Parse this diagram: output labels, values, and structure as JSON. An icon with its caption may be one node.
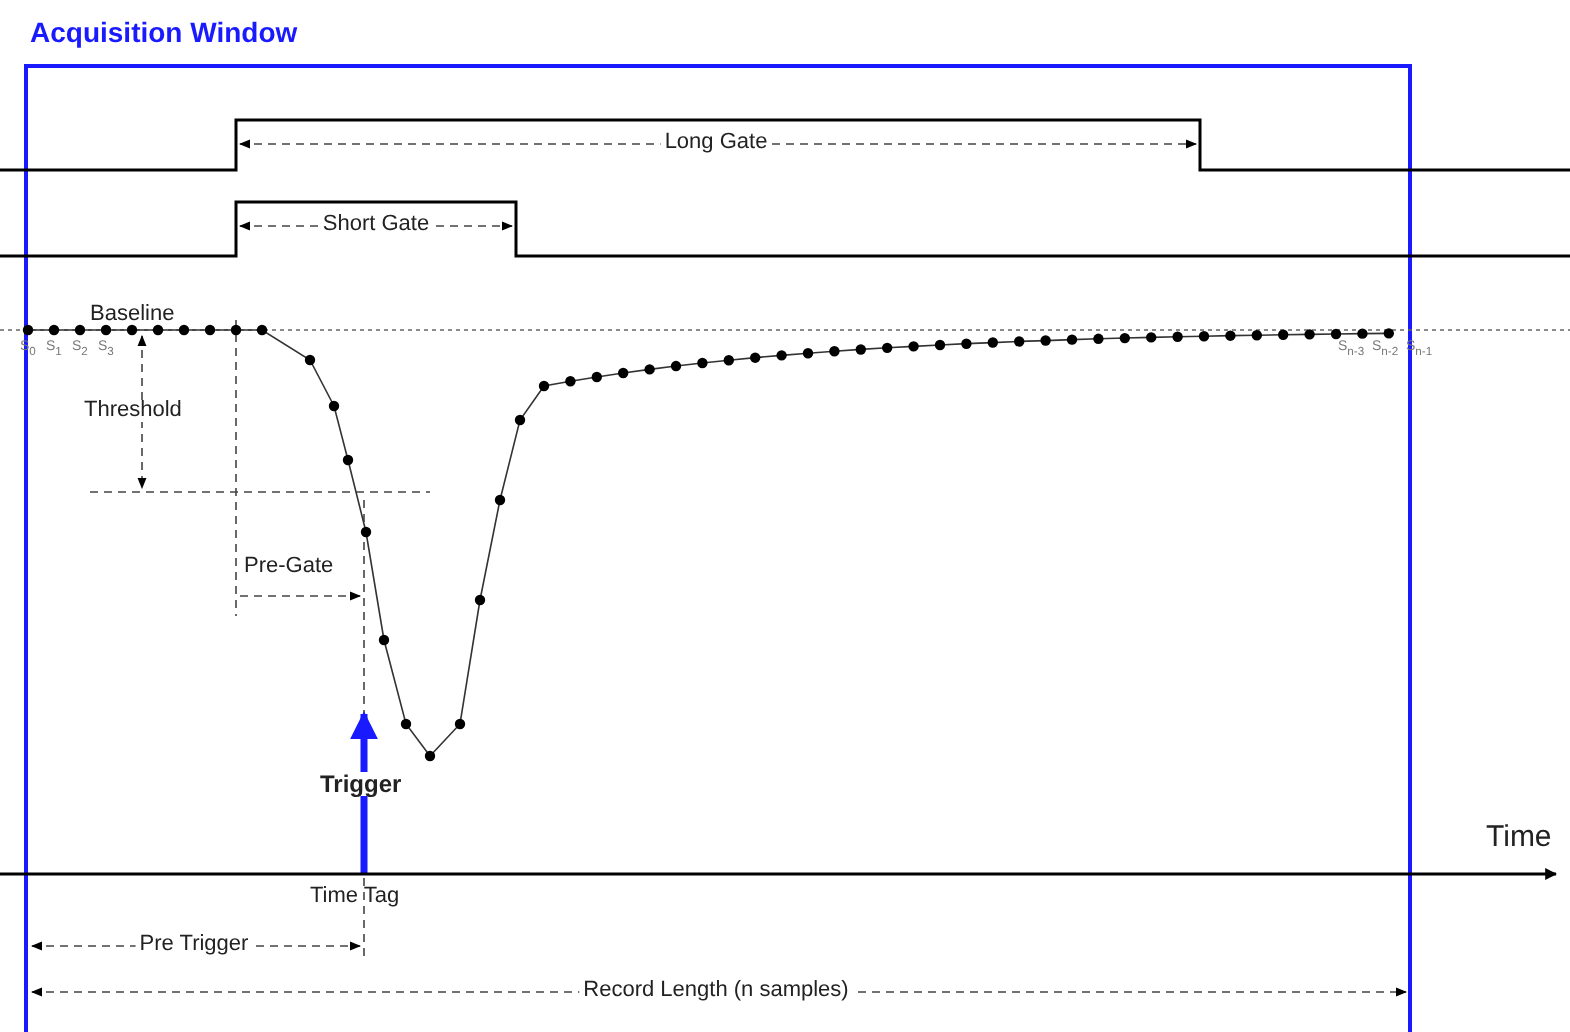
{
  "diagram": {
    "labels": [
      "Acquisition Window",
      "Long Gate",
      "Short Gate",
      "Baseline",
      "S$_{0}$",
      "S$_{1}$",
      "S$_{2}$",
      "S$_{3}$",
      "S$_{n-3}$",
      "S$_{n-2}$",
      "S$_{n-1}$",
      "Threshold",
      "Pre-Gate",
      "Trigger",
      "Time",
      "Time Tag",
      "Pre Trigger",
      "Record Length (n samples)"
    ]
  }
}
